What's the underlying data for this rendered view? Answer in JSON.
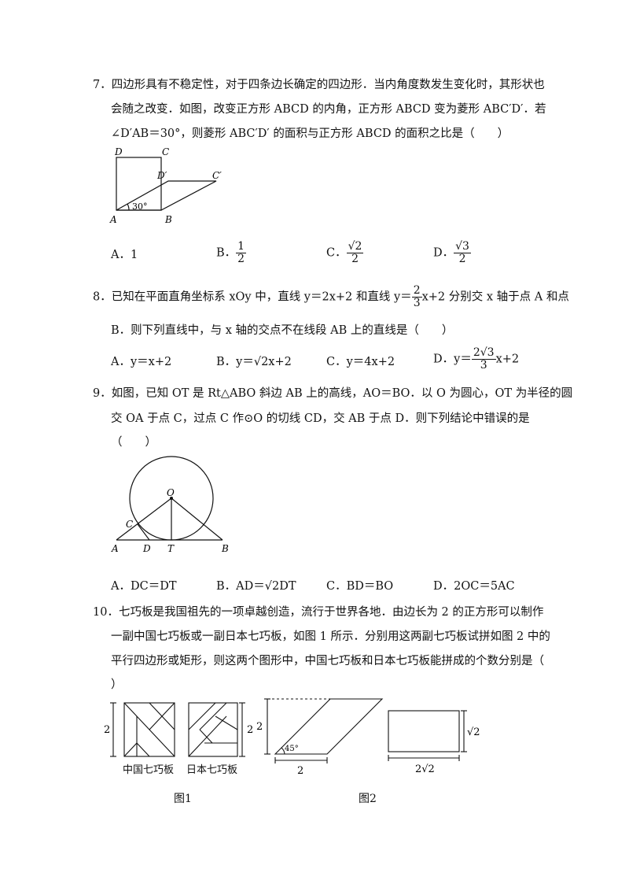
{
  "q7": {
    "line1": "7．四边形具有不稳定性，对于四条边长确定的四边形．当内角度数发生变化时，其形状也",
    "line2": "会随之改变．如图，改变正方形 ABCD 的内角，正方形 ABCD 变为菱形 ABC′D′．若",
    "line3": "∠D′AB＝30°，则菱形 ABC′D′ 的面积与正方形 ABCD 的面积之比是（　　）",
    "fig": {
      "D": "D",
      "C": "C",
      "D2": "D′",
      "C2": "C′",
      "A": "A",
      "B": "B",
      "angle": "30°"
    },
    "A": "A．1",
    "B_prefix": "B．",
    "B_num": "1",
    "B_den": "2",
    "C_prefix": "C．",
    "C_num": "√2",
    "C_den": "2",
    "D_prefix": "D．",
    "D_num": "√3",
    "D_den": "2"
  },
  "q8": {
    "line1_a": "8．已知在平面直角坐标系 xOy 中，直线 y＝2x+2 和直线 y＝",
    "frac_num": "2",
    "frac_den": "3",
    "line1_b": "x+2 分别交 x 轴于点 A 和点",
    "line2": "B．则下列直线中，与 x 轴的交点不在线段 AB 上的直线是（　　）",
    "A": "A．y＝x+2",
    "B": "B．y＝√2x+2",
    "C": "C．y＝4x+2",
    "D_prefix": "D．y＝",
    "D_num": "2√3",
    "D_den": "3",
    "D_suffix": "x+2"
  },
  "q9": {
    "line1": "9．如图，已知 OT 是 Rt△ABO 斜边 AB 上的高线，AO＝BO．以 O 为圆心，OT 为半径的圆",
    "line2": "交 OA 于点 C，过点 C 作⊙O 的切线 CD，交 AB 于点 D．则下列结论中错误的是",
    "line3": "（　　）",
    "fig": {
      "O": "O",
      "C": "C",
      "A": "A",
      "D": "D",
      "T": "T",
      "B": "B"
    },
    "A": "A．DC＝DT",
    "B": "B．AD＝√2DT",
    "C": "C．BD＝BO",
    "D": "D．2OC＝5AC"
  },
  "q10": {
    "line1": "10．七巧板是我国祖先的一项卓越创造，流行于世界各地．由边长为 2 的正方形可以制作",
    "line2": "一副中国七巧板或一副日本七巧板，如图 1 所示．分别用这两副七巧板试拼如图 2 中的",
    "line3": "平行四边形或矩形，则这两个图形中，中国七巧板和日本七巧板能拼成的个数分别是（",
    "line4": "）",
    "fig": {
      "side1": "2",
      "side2": "2",
      "chinese": "中国七巧板",
      "japanese": "日本七巧板",
      "para_h": "2",
      "para_angle": "45°",
      "para_w": "2",
      "rect_h": "√2",
      "rect_w": "2√2",
      "fig1": "图1",
      "fig2": "图2"
    }
  }
}
